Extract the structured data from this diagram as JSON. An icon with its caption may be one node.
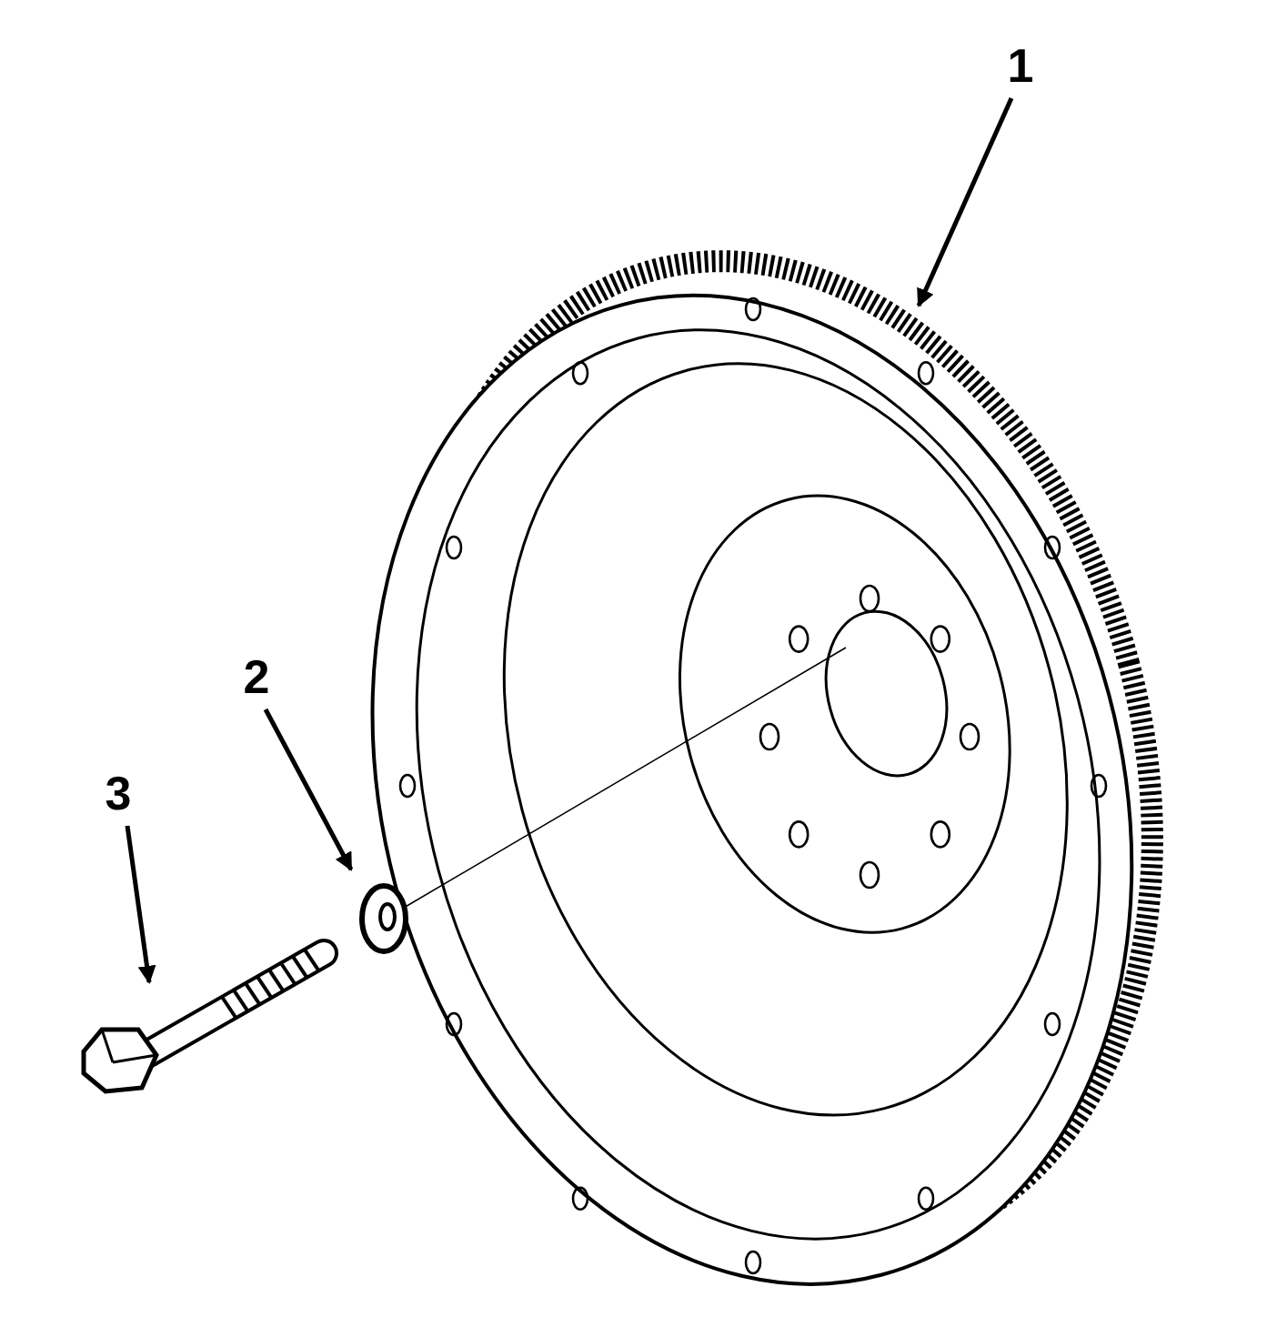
{
  "diagram": {
    "nodes": [
      {
        "text": [
          "1"
        ]
      },
      {
        "text": [
          "2"
        ]
      },
      {
        "text": [
          "3"
        ]
      },
      {
        "text": [],
        "shape": "picture"
      },
      {
        "text": [],
        "shape": "picture"
      },
      {
        "text": [],
        "shape": "picture"
      }
    ],
    "edges": [
      {
        "from": 0,
        "to": 3,
        "arrow": "to"
      },
      {
        "from": 1,
        "to": 4,
        "arrow": "to"
      },
      {
        "from": 2,
        "to": 5,
        "arrow": "to"
      },
      {
        "from": 4,
        "to": 3,
        "arrow": "none"
      }
    ]
  }
}
